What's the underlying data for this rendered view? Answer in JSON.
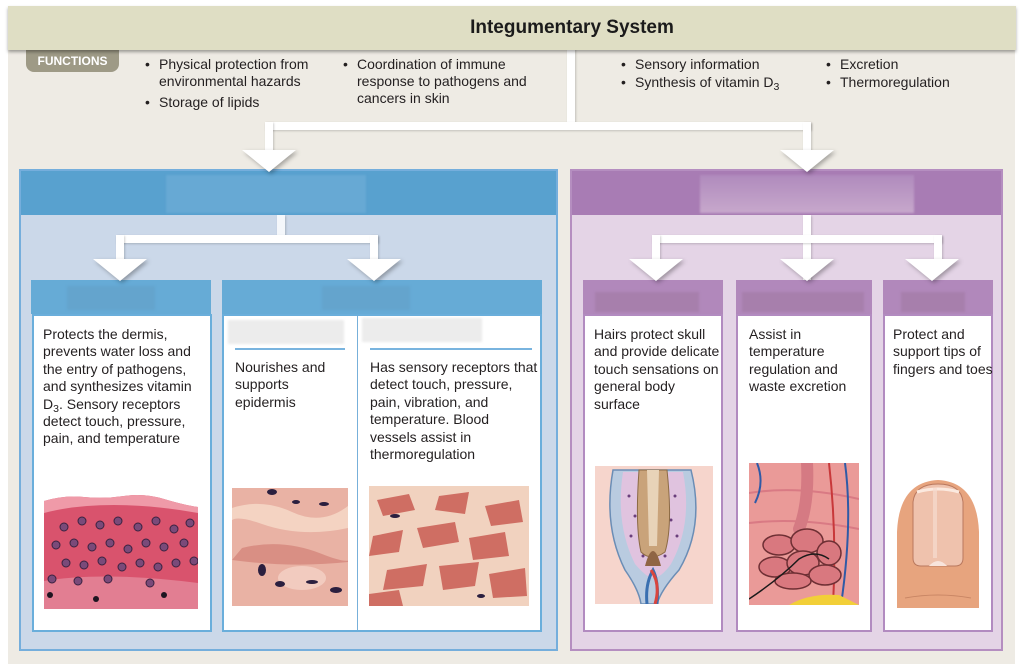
{
  "title": "Integumentary System",
  "functions": {
    "tag": "FUNCTIONS",
    "columns": [
      [
        "Physical protection from environmental hazards",
        "Storage of lipids"
      ],
      [
        "Coordination of immune response to pathogens and cancers in skin"
      ],
      [
        "Sensory information",
        "Synthesis of vitamin D"
      ],
      [
        "Excretion",
        "Thermoregulation"
      ]
    ],
    "subscript_3": "3"
  },
  "colors": {
    "title_bar": "#dfdec4",
    "background": "#eeebe4",
    "blue_panel": "#58a1cf",
    "blue_fill": "#cbd8e9",
    "purple_panel": "#a87cb4",
    "purple_fill": "#e4d4e6"
  },
  "left_panel": {
    "label": "",
    "cards": [
      {
        "label": "",
        "text_before_sub": "Protects the dermis, prevents water loss and the entry of pathogens, and synthesizes vitamin D",
        "sub": "3",
        "text_after_sub": ". Sensory receptors detect touch, pressure, pain, and temperature",
        "image": "epidermis-micrograph"
      },
      {
        "label": "",
        "subcards": [
          {
            "label": "",
            "text": "Nourishes and supports epidermis",
            "image": "papillary-layer-micrograph"
          },
          {
            "label": "",
            "text": "Has sensory receptors that detect touch, pressure, pain, vibration, and temperature. Blood vessels assist in thermoregulation",
            "image": "reticular-layer-micrograph"
          }
        ]
      }
    ]
  },
  "right_panel": {
    "label": "",
    "cards": [
      {
        "label": "",
        "text": "Hairs protect skull and provide delicate touch sensations on general body surface",
        "image": "hair-follicle-illustration"
      },
      {
        "label": "",
        "text": "Assist in temperature regulation and waste excretion",
        "image": "sweat-gland-illustration"
      },
      {
        "label": "",
        "text": "Protect and support tips of fingers and toes",
        "image": "fingernail-illustration"
      }
    ]
  }
}
